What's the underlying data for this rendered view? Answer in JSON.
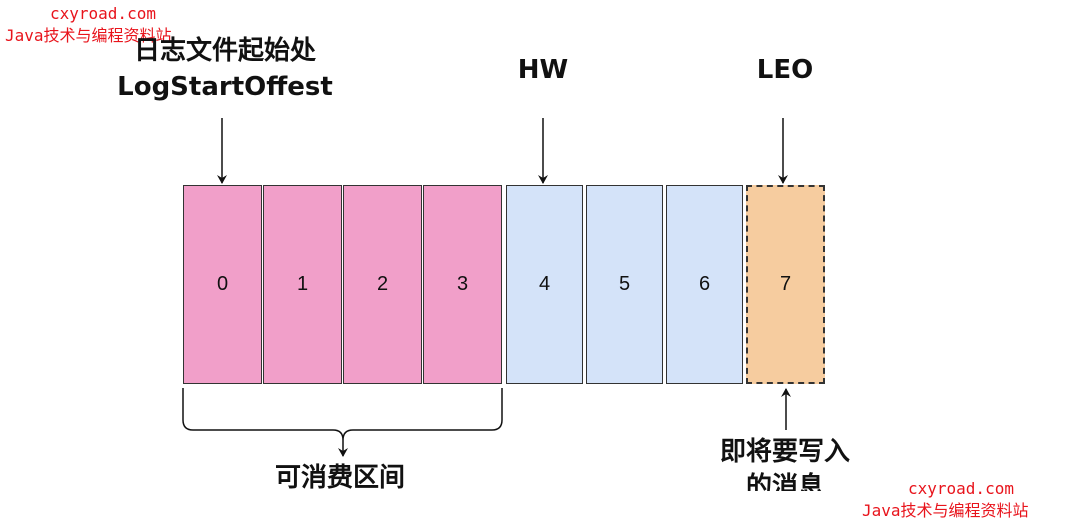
{
  "watermark": {
    "site": "cxyroad.com",
    "tagline": "Java技术与编程资料站"
  },
  "labels": {
    "log_start_cn": "日志文件起始处",
    "log_start_en": "LogStartOffest",
    "hw": "HW",
    "leo": "LEO",
    "consumable_range": "可消费区间",
    "pending_line1": "即将要写入",
    "pending_line2": "的消息"
  },
  "cells": [
    {
      "value": "0",
      "state": "consumable",
      "color": "#f19fc9"
    },
    {
      "value": "1",
      "state": "consumable",
      "color": "#f19fc9"
    },
    {
      "value": "2",
      "state": "consumable",
      "color": "#f19fc9"
    },
    {
      "value": "3",
      "state": "consumable",
      "color": "#f19fc9"
    },
    {
      "value": "4",
      "state": "uncommitted",
      "color": "#d4e3f9"
    },
    {
      "value": "5",
      "state": "uncommitted",
      "color": "#d4e3f9"
    },
    {
      "value": "6",
      "state": "uncommitted",
      "color": "#d4e3f9"
    },
    {
      "value": "7",
      "state": "pending",
      "color": "#f6cc9f"
    }
  ]
}
